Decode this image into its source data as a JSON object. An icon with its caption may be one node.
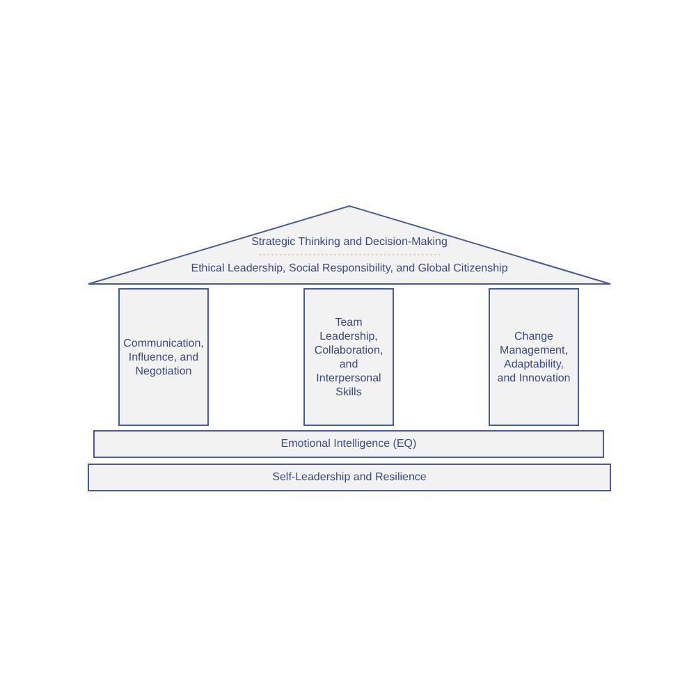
{
  "diagram": {
    "nodes": [
      {
        "text": [
          "Strategic Thinking and Decision-Making",
          "Ethical Leadership, Social Responsibility, and Global Citizenship"
        ]
      },
      {
        "text": [
          "Communication, Influence, and Negotiation"
        ]
      },
      {
        "text": [
          "Team Leadership, Collaboration, and Interpersonal Skills"
        ]
      },
      {
        "text": [
          "Change Management, Adaptability, and Innovation"
        ]
      },
      {
        "text": [
          "Emotional Intelligence (EQ)"
        ]
      },
      {
        "text": [
          "Self-Leadership and Resilience"
        ]
      }
    ]
  }
}
